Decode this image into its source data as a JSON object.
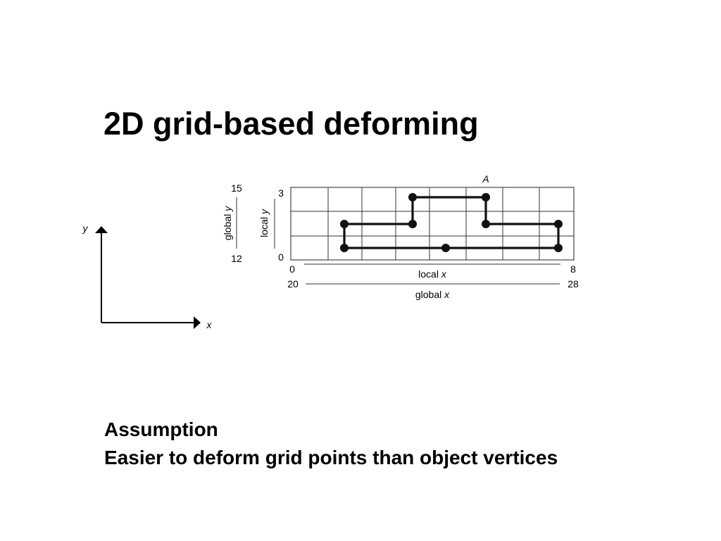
{
  "slide": {
    "title": "2D grid-based deforming",
    "body_heading": "Assumption",
    "body_line": "Easier to deform grid points than object vertices"
  },
  "axes_icon": {
    "y_label": "y",
    "x_label": "x"
  },
  "figure": {
    "point_label": "A",
    "global_y_label": "global",
    "global_y_label_italic": "y",
    "local_y_label": "local",
    "local_y_label_italic": "y",
    "global_y_top": "15",
    "global_y_bottom": "12",
    "local_y_top": "3",
    "local_y_bottom": "0",
    "local_x_start": "0",
    "local_x_end": "8",
    "global_x_start": "20",
    "global_x_end": "28",
    "local_x_label": "local",
    "local_x_label_italic": "x",
    "global_x_label": "global",
    "global_x_label_italic": "x"
  },
  "colors": {
    "ink": "#000000",
    "gridline": "#333333",
    "background": "#ffffff"
  }
}
